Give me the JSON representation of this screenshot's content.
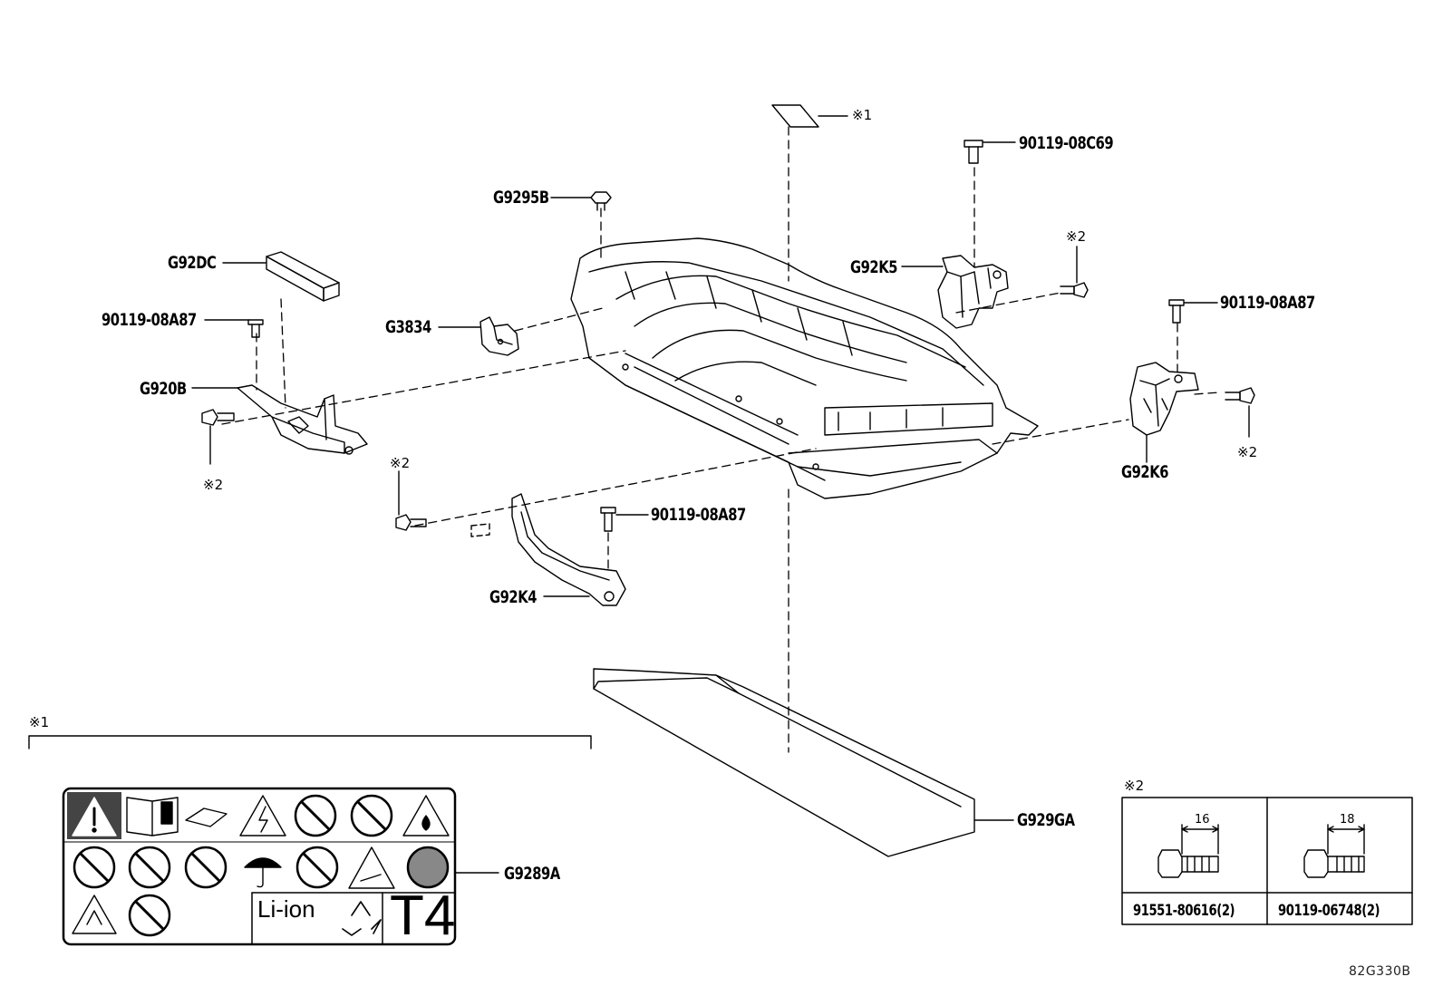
{
  "diagram": {
    "callouts": {
      "g92dc": "G92DC",
      "b_90119_08a87_left": "90119-08A87",
      "g920b": "G920B",
      "g9295b": "G9295B",
      "g3834": "G3834",
      "g92k5": "G92K5",
      "b_90119_08c69": "90119-08C69",
      "b_90119_08a87_right": "90119-08A87",
      "g92k6": "G92K6",
      "b_90119_08a87_mid": "90119-08A87",
      "g92k4": "G92K4",
      "g929ga": "G929GA",
      "g9289a": "G9289A"
    },
    "marks": {
      "ref1_top": "※1",
      "ref2_top_right": "※2",
      "ref2_left": "※2",
      "ref2_mid": "※2",
      "ref2_right": "※2",
      "ref1_bracket": "※1",
      "ref2_table": "※2"
    },
    "label_sheet": {
      "li_ion": "Li-ion",
      "t4": "T4"
    },
    "bolt_table": {
      "col1": {
        "dimension": "16",
        "part": "91551-80616(2)"
      },
      "col2": {
        "dimension": "18",
        "part": "90119-06748(2)"
      }
    },
    "diagram_code": "82G330B"
  }
}
